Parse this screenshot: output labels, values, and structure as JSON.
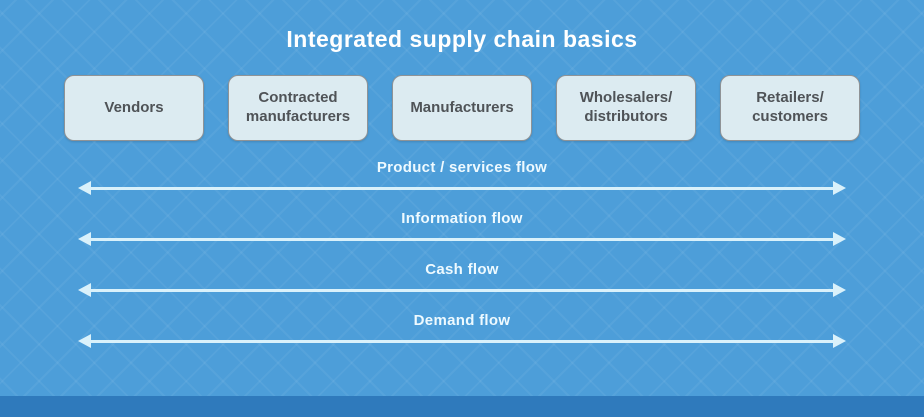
{
  "title": "Integrated supply chain basics",
  "boxes": [
    {
      "label": "Vendors"
    },
    {
      "label": "Contracted manufacturers"
    },
    {
      "label": "Manufacturers"
    },
    {
      "label": "Wholesalers/ distributors"
    },
    {
      "label": "Retailers/ customers"
    }
  ],
  "flows": [
    {
      "label": "Product / services flow"
    },
    {
      "label": "Information flow"
    },
    {
      "label": "Cash flow"
    },
    {
      "label": "Demand flow"
    }
  ],
  "colors": {
    "background": "#4d9ed9",
    "footer_strip": "#2f7abc",
    "box_fill": "#dcebf1",
    "box_border": "#8f9396",
    "box_text": "#4f5357",
    "arrow": "#d9f1fb",
    "light_text": "#eefaff",
    "title_text": "#ffffff"
  }
}
